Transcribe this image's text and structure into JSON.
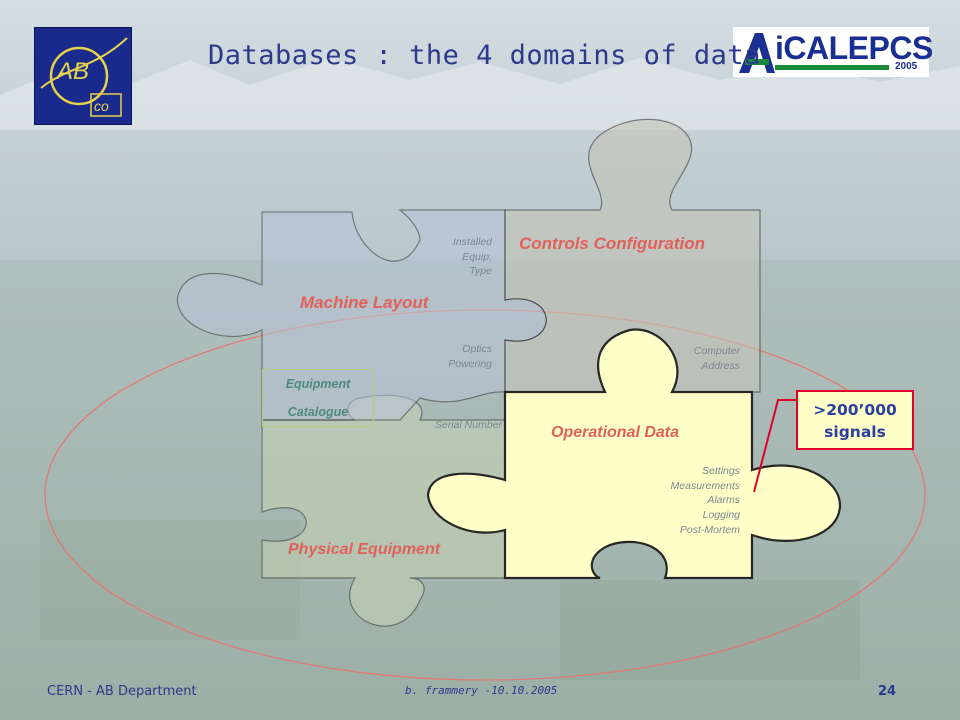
{
  "slide": {
    "title": "Databases : the 4 domains of data",
    "logos": {
      "ab_text": "AB",
      "co_text": "co",
      "conference_name": "iCALEPCS",
      "conference_year": "2005"
    },
    "pieces": {
      "controls_configuration": "Controls Configuration",
      "machine_layout": "Machine Layout",
      "operational_data": "Operational Data",
      "physical_equipment": "Physical Equipment"
    },
    "links": {
      "installed_equip_type": [
        "Installed",
        "Equip.",
        "Type"
      ],
      "optics_powering": [
        "Optics",
        "Powering"
      ],
      "computer_address": [
        "Computer",
        "Address"
      ],
      "serial_number": "Serial Number",
      "operational_items": [
        "Settings",
        "Measurements",
        "Alarms",
        "Logging",
        "Post-Mortem"
      ]
    },
    "equipment_catalogue": [
      "Equipment",
      "Catalogue"
    ],
    "signals_callout": [
      ">200’000",
      "signals"
    ],
    "footer": {
      "department": "CERN - AB Department",
      "author_date": "b. frammery -10.10.2005",
      "page_number": "24"
    },
    "colors": {
      "title": "#2d3a8c",
      "piece_label": "#e2605a",
      "operational_piece_fill": "#ffffc8",
      "callout_border": "#e0002a"
    }
  }
}
